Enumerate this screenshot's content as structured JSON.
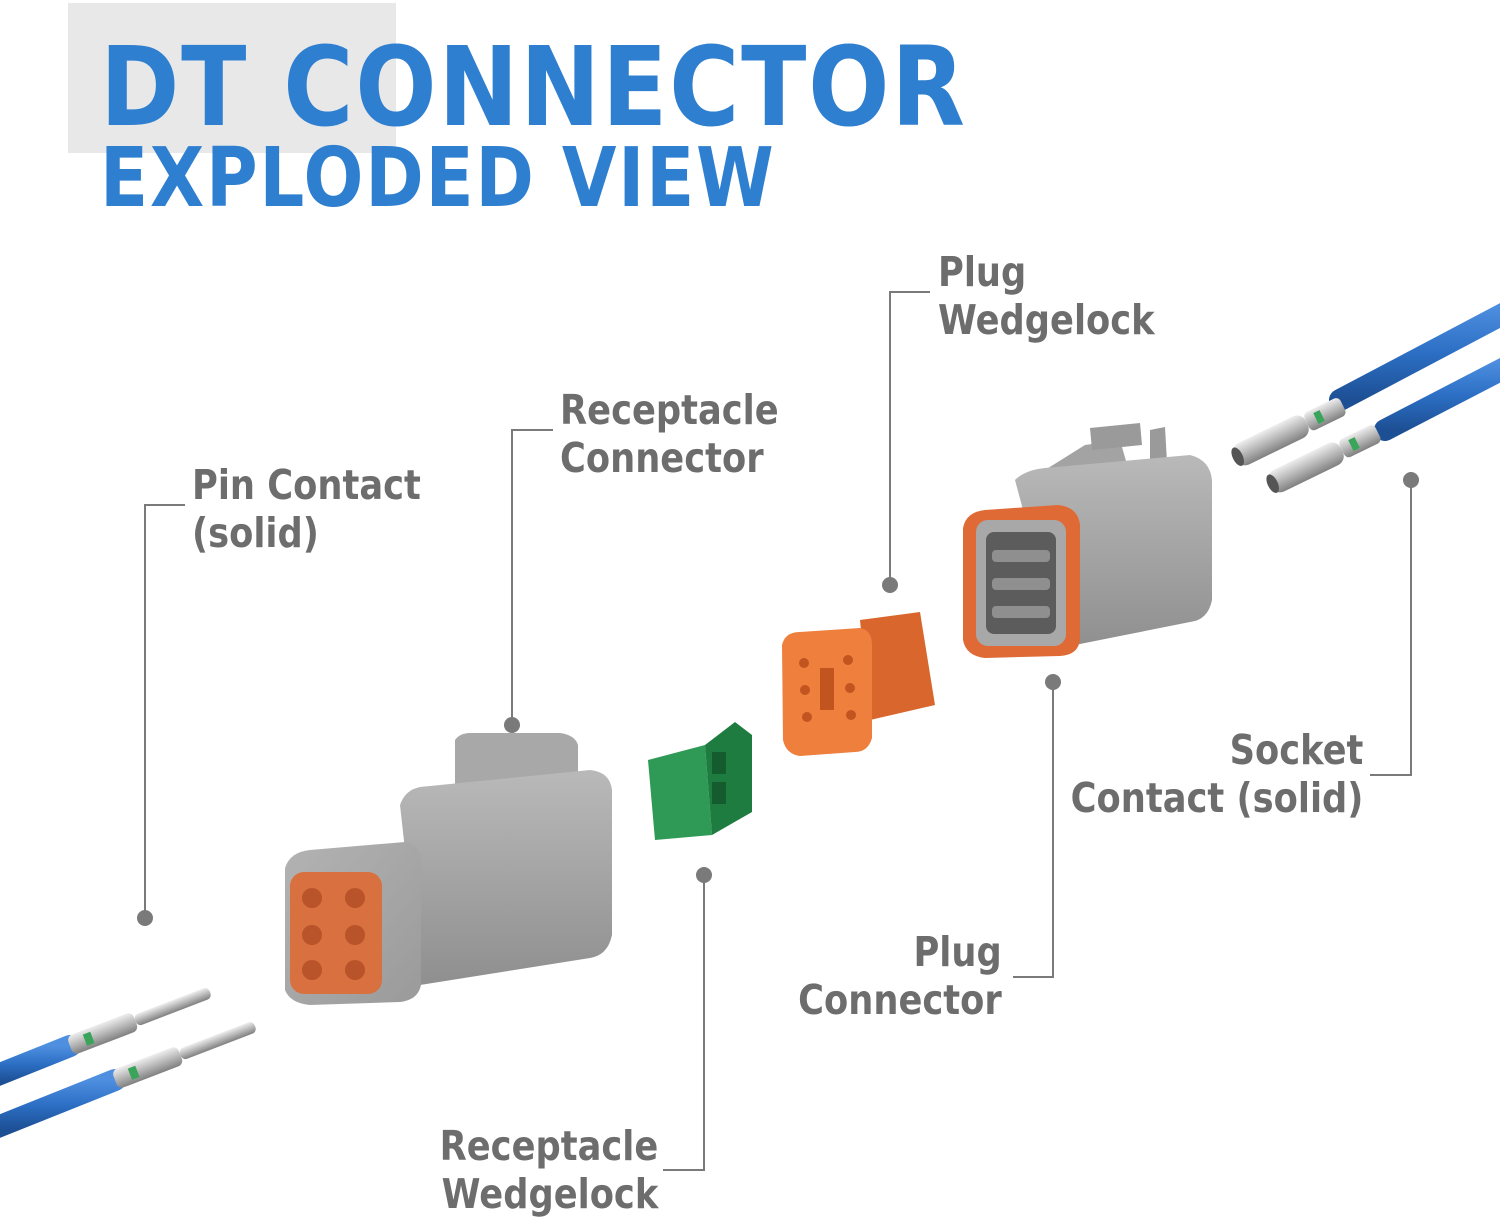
{
  "title": {
    "line1": "DT CONNECTOR",
    "line2": "EXPLODED VIEW"
  },
  "labels": {
    "pin_contact": {
      "line1": "Pin Contact",
      "line2": "(solid)"
    },
    "receptacle_connector": {
      "line1": "Receptacle",
      "line2": "Connector"
    },
    "plug_wedgelock": {
      "line1": "Plug",
      "line2": "Wedgelock"
    },
    "socket_contact": {
      "line1": "Socket",
      "line2": "Contact (solid)"
    },
    "plug_connector": {
      "line1": "Plug",
      "line2": "Connector"
    },
    "receptacle_wedgelock": {
      "line1": "Receptacle",
      "line2": "Wedgelock"
    }
  },
  "colors": {
    "title": "#2f7fd1",
    "label": "#6d6d6d",
    "leader": "#7a7a7a",
    "housing_gray": "#a9a9a9",
    "seal_orange": "#e06a35",
    "wedgelock_orange": "#ee7f3d",
    "wedgelock_green": "#2f9a55",
    "wire_blue": "#2c6fc4"
  }
}
